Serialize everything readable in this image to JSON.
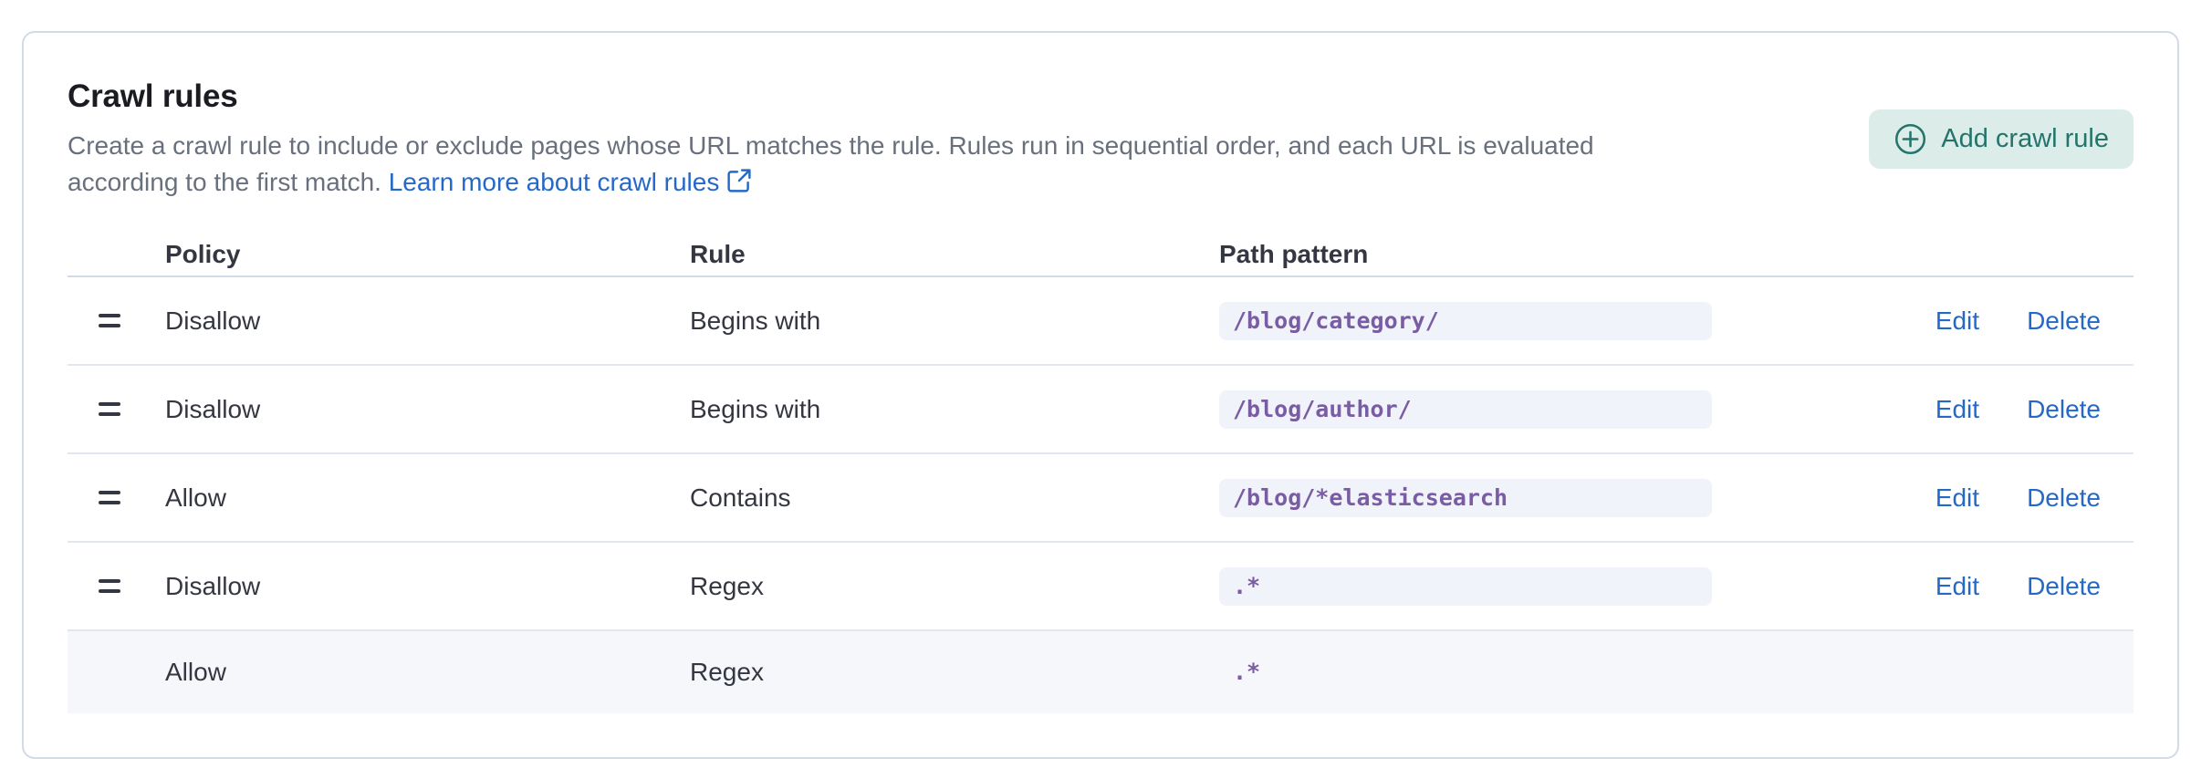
{
  "panel": {
    "title": "Crawl rules",
    "description": "Create a crawl rule to include or exclude pages whose URL matches the rule. Rules run in sequential order, and each URL is evaluated according to the first match.",
    "learn_more_label": "Learn more about crawl rules",
    "add_button_label": "Add crawl rule"
  },
  "table": {
    "columns": [
      "Policy",
      "Rule",
      "Path pattern"
    ],
    "edit_label": "Edit",
    "delete_label": "Delete",
    "rows": [
      {
        "policy": "Disallow",
        "rule": "Begins with",
        "path_pattern": "/blog/category/",
        "draggable": true,
        "has_actions": true
      },
      {
        "policy": "Disallow",
        "rule": "Begins with",
        "path_pattern": "/blog/author/",
        "draggable": true,
        "has_actions": true
      },
      {
        "policy": "Allow",
        "rule": "Contains",
        "path_pattern": "/blog/*elasticsearch",
        "draggable": true,
        "has_actions": true
      },
      {
        "policy": "Disallow",
        "rule": "Regex",
        "path_pattern": ".*",
        "draggable": true,
        "has_actions": true
      },
      {
        "policy": "Allow",
        "rule": "Regex",
        "path_pattern": ".*",
        "draggable": false,
        "has_actions": false
      }
    ]
  },
  "icons": {
    "add_button": "plus-in-circle-icon",
    "learn_more": "external-link-popout-icon",
    "row_handle": "drag-grab-icon"
  },
  "colors": {
    "link_blue": "#2569c8",
    "button_teal_bg": "#dcede9",
    "button_teal_text": "#25746c",
    "code_purple": "#7a5ca5",
    "code_bg": "#f0f3f9",
    "panel_border": "#d3dae6",
    "row_divider": "#e2e6ef",
    "default_row_bg": "#f5f7fa",
    "text": "#343741",
    "subdued_text": "#69707d"
  }
}
